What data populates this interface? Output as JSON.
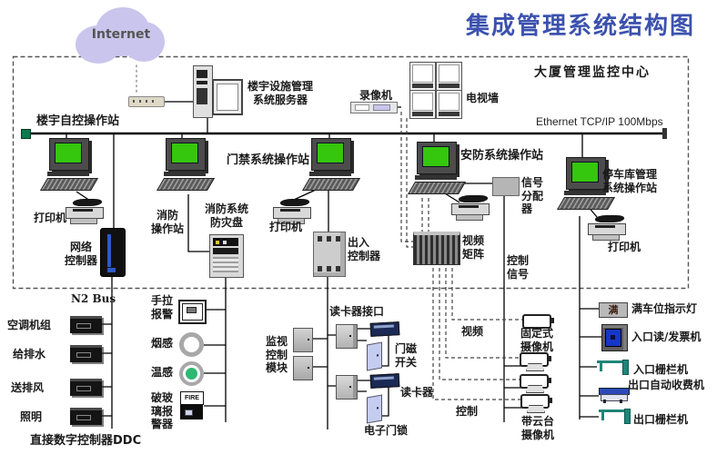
{
  "title": "集成管理系统结构图",
  "internet_label": "Internet",
  "center_label": "大厦管理监控中心",
  "ethernet_label": "Ethernet TCP/IP 100Mbps",
  "colors": {
    "title_blue": "#3c52ae",
    "screen_green": "#35c60e",
    "barrier_teal": "#1f8578",
    "cloud_lavender": "#c9c5ec",
    "lock_blue": "#c4cdf0",
    "ticket_blue": "#1536c8"
  },
  "stations": {
    "bas": "楼宇自控操作站",
    "server": "楼宇设施管理\n系统服务器",
    "fire": "消防\n操作站",
    "access": "门禁系统操作站",
    "security": "安防系统操作站",
    "parking": "停车库管理\n系统操作站"
  },
  "printer_label": "打印机",
  "devices": {
    "recorder": "录像机",
    "tv_wall": "电视墙",
    "net_controller": "网络\n控制器",
    "fire_panel": "消防系统\n防灾盘",
    "entry_controller": "出入\n控制器",
    "signal_distributor": "信号\n分配\n器",
    "video_matrix": "视频\n矩阵",
    "control_signal": "控制\n信号"
  },
  "ddc": {
    "bus_label": "N2 Bus",
    "loads": [
      "空调机组",
      "给排水",
      "送排风",
      "照明"
    ],
    "label": "直接数字控制器DDC"
  },
  "fire_devices": {
    "pull": "手拉\n报警",
    "smoke": "烟感",
    "heat": "温感",
    "glass": "破玻\n璃报\n警器",
    "fire_text": "FIRE"
  },
  "access_devices": {
    "monitor_module": "监视\n控制\n模块",
    "reader_interface": "读卡器接口",
    "door_switch": "门磁\n开关",
    "card_reader": "读卡器",
    "electronic_lock": "电子门锁"
  },
  "cctv": {
    "video": "视频",
    "control": "控制",
    "fixed_camera": "固定式\n摄像机",
    "ptz_camera": "带云台\n摄像机"
  },
  "parking_devices": {
    "full_char": "满",
    "full_light": "满车位指示灯",
    "ticket_machine": "入口读/发票机",
    "entry_gate": "入口栅栏机",
    "exit_toll": "出口自动收费机",
    "exit_gate": "出口栅栏机"
  }
}
